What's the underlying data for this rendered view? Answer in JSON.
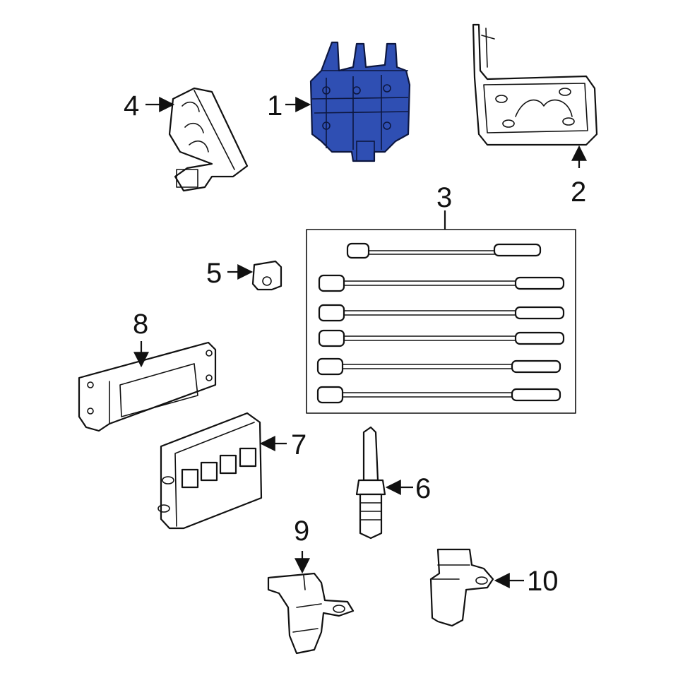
{
  "callouts": [
    {
      "id": "1",
      "label": "1",
      "highlighted": true
    },
    {
      "id": "2",
      "label": "2",
      "highlighted": false
    },
    {
      "id": "3",
      "label": "3",
      "highlighted": false
    },
    {
      "id": "4",
      "label": "4",
      "highlighted": false
    },
    {
      "id": "5",
      "label": "5",
      "highlighted": false
    },
    {
      "id": "6",
      "label": "6",
      "highlighted": false
    },
    {
      "id": "7",
      "label": "7",
      "highlighted": false
    },
    {
      "id": "8",
      "label": "8",
      "highlighted": false
    },
    {
      "id": "9",
      "label": "9",
      "highlighted": false
    },
    {
      "id": "10",
      "label": "10",
      "highlighted": false
    }
  ],
  "colors": {
    "highlight_fill": "#2f4fb3",
    "line": "#111111",
    "background": "#ffffff"
  }
}
